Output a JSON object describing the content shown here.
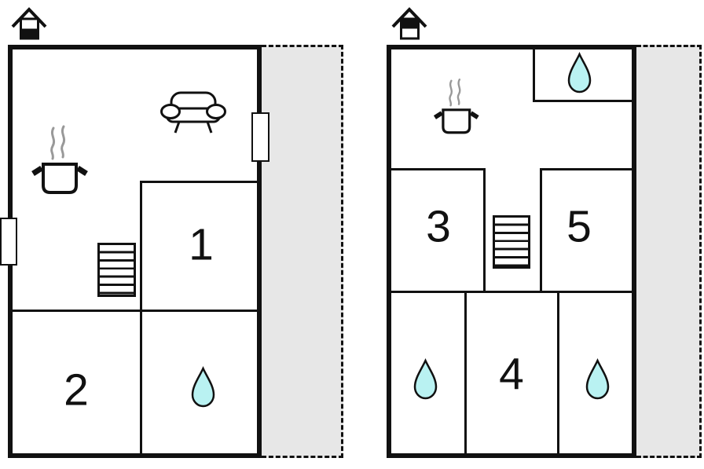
{
  "palette": {
    "wall": "#111111",
    "terrace_fill": "#e7e7e7",
    "drop_fill": "#b9f2f2",
    "steam": "#999999"
  },
  "floors": [
    {
      "name": "ground-floor",
      "house_icon": "house-lower-half-filled",
      "rooms": [
        {
          "label": "1"
        },
        {
          "label": "2"
        }
      ],
      "features": [
        "sofa",
        "cooking-pot",
        "stairs",
        "water-drop",
        "window-marker-left",
        "window-marker-right",
        "terrace"
      ]
    },
    {
      "name": "upper-floor",
      "house_icon": "house-upper-half-filled",
      "rooms": [
        {
          "label": "3"
        },
        {
          "label": "4"
        },
        {
          "label": "5"
        }
      ],
      "features": [
        "cooking-pot",
        "stairs",
        "water-drop",
        "water-drop",
        "water-drop",
        "terrace"
      ]
    }
  ]
}
